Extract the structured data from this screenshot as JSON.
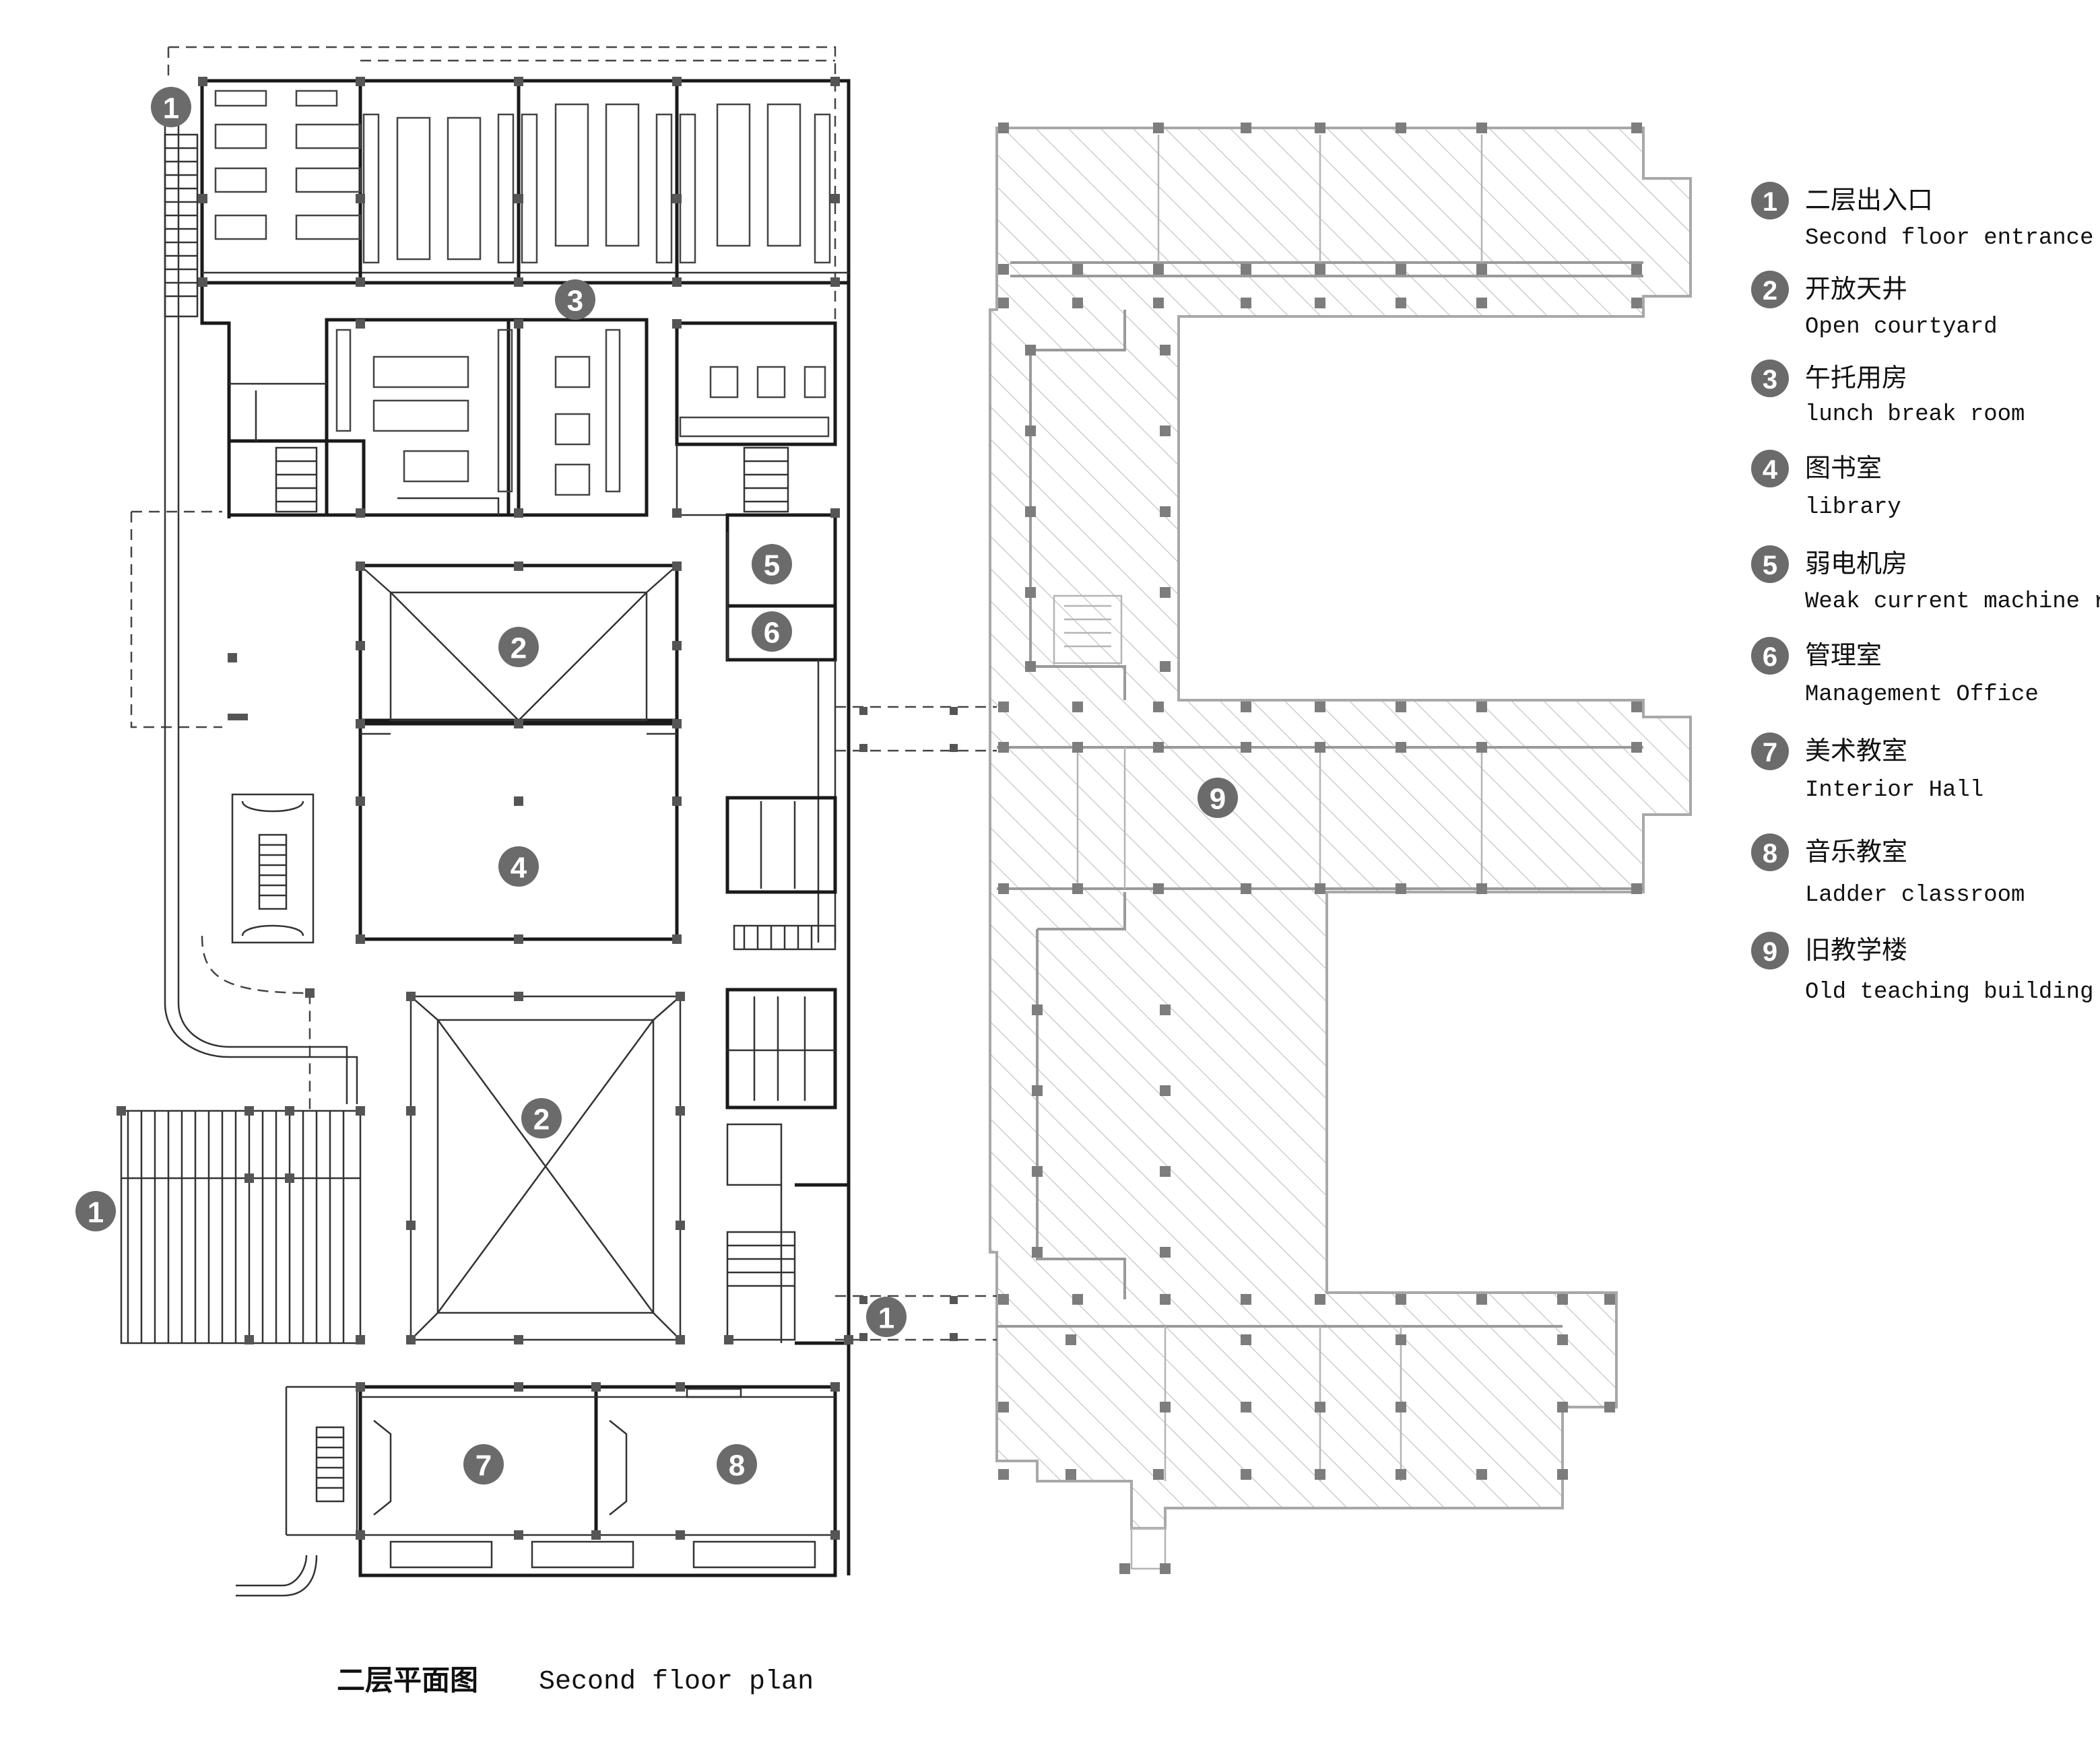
{
  "legend": {
    "items": [
      {
        "num": "1",
        "zh": "二层出入口",
        "en": "Second floor entrance"
      },
      {
        "num": "2",
        "zh": "开放天井",
        "en": "Open courtyard"
      },
      {
        "num": "3",
        "zh": "午托用房",
        "en": "lunch break room"
      },
      {
        "num": "4",
        "zh": "图书室",
        "en": "library"
      },
      {
        "num": "5",
        "zh": "弱电机房",
        "en": "Weak current machine room"
      },
      {
        "num": "6",
        "zh": "管理室",
        "en": "Management Office"
      },
      {
        "num": "7",
        "zh": "美术教室",
        "en": "Interior Hall"
      },
      {
        "num": "8",
        "zh": "音乐教室",
        "en": "Ladder classroom"
      },
      {
        "num": "9",
        "zh": "旧教学楼",
        "en": "Old teaching building"
      }
    ]
  },
  "plan_markers": [
    "1",
    "3",
    "5",
    "6",
    "2",
    "4",
    "2",
    "1",
    "1",
    "7",
    "8",
    "9"
  ],
  "title": {
    "zh": "二层平面图",
    "en": "Second floor plan"
  },
  "colors": {
    "ink": "#1a1a1a",
    "marker": "#6b6b6b",
    "hatch": "#b4b4b4"
  }
}
